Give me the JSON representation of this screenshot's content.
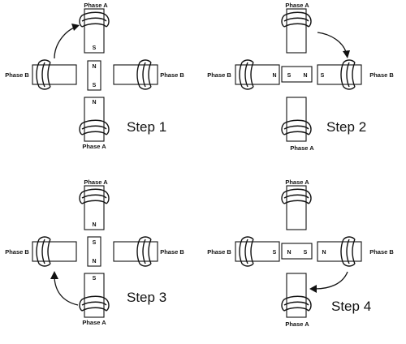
{
  "labels": {
    "phase_a": "Phase A",
    "phase_b": "Phase B",
    "north": "N",
    "south": "S"
  },
  "steps": [
    {
      "label": "Step 1",
      "top_pole_polarity": "S",
      "bottom_pole_polarity": "N",
      "left_pole_polarity": "",
      "right_pole_polarity": "",
      "rotor_marks": [
        "N",
        "S"
      ],
      "rotor_orientation": "vertical"
    },
    {
      "label": "Step 2",
      "top_pole_polarity": "",
      "bottom_pole_polarity": "",
      "left_pole_polarity": "N",
      "right_pole_polarity": "S",
      "rotor_marks": [
        "S",
        "N"
      ],
      "rotor_orientation": "horizontal"
    },
    {
      "label": "Step 3",
      "top_pole_polarity": "N",
      "bottom_pole_polarity": "S",
      "left_pole_polarity": "",
      "right_pole_polarity": "",
      "rotor_marks": [
        "S",
        "N"
      ],
      "rotor_orientation": "vertical"
    },
    {
      "label": "Step 4",
      "top_pole_polarity": "",
      "bottom_pole_polarity": "",
      "left_pole_polarity": "S",
      "right_pole_polarity": "N",
      "rotor_marks": [
        "N",
        "S"
      ],
      "rotor_orientation": "horizontal"
    }
  ]
}
